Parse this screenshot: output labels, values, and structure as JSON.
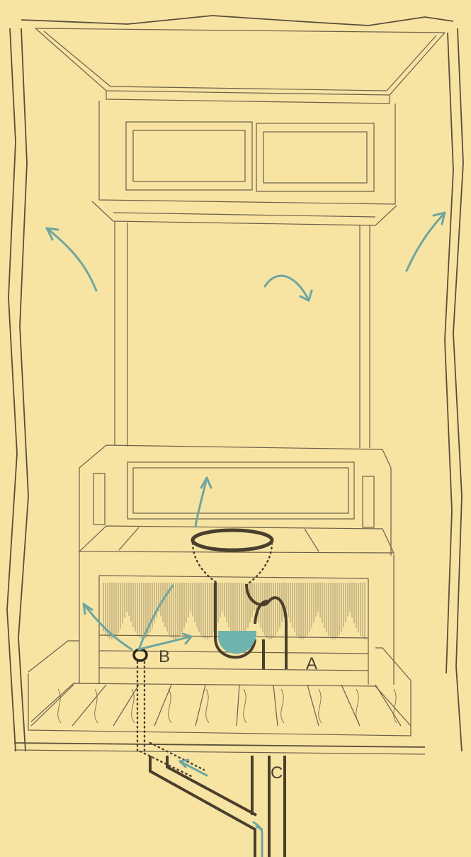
{
  "labels": {
    "trap": "A",
    "vent": "B",
    "soil_pipe": "C"
  },
  "colors": {
    "paper": "#f7e4a3",
    "ink": "#4a3e2c",
    "airflow": "#6fa6a0",
    "water": "#6fb3ad"
  }
}
